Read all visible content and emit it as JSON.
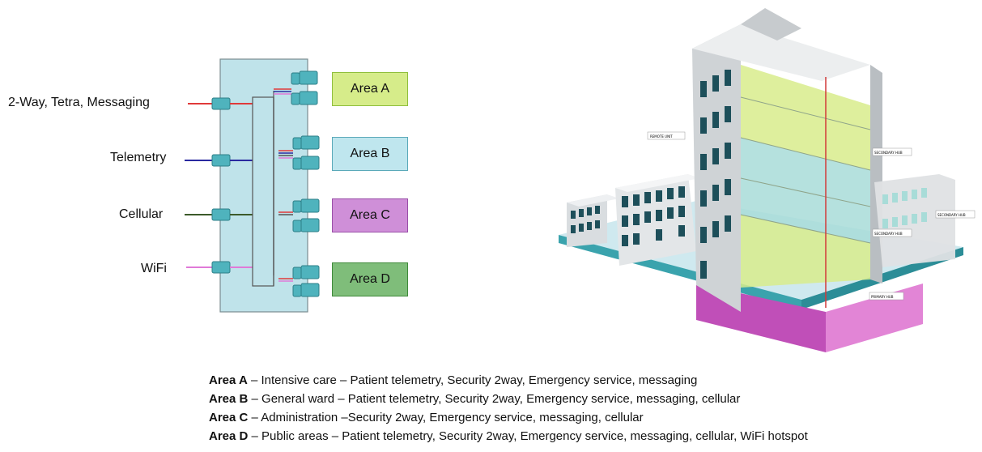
{
  "inputs": [
    {
      "label": "2-Way, Tetra, Messaging",
      "color": "#e03a3a"
    },
    {
      "label": "Telemetry",
      "color": "#2a2aa0"
    },
    {
      "label": "Cellular",
      "color": "#3c5a2a"
    },
    {
      "label": "WiFi",
      "color": "#e07ad8"
    }
  ],
  "areas": [
    {
      "label": "Area A",
      "fill": "#d6ec8a",
      "border": "#8fbf3c"
    },
    {
      "label": "Area B",
      "fill": "#bfe6ee",
      "border": "#5aa9b9"
    },
    {
      "label": "Area C",
      "fill": "#cf8fd8",
      "border": "#9a4fa8"
    },
    {
      "label": "Area D",
      "fill": "#7fbd7a",
      "border": "#3f8a3a"
    }
  ],
  "building_labels": {
    "remote_unit": "REMOTE UNIT",
    "secondary_hub_1": "SECONDARY HUB",
    "secondary_hub_2": "SECONDARY HUB",
    "secondary_hub_3": "SECONDARY HUB",
    "primary_hub": "PRIMARY HUB"
  },
  "legend": [
    {
      "name": "Area A",
      "text": " – Intensive care – Patient telemetry, Security 2way, Emergency service, messaging"
    },
    {
      "name": "Area B",
      "text": " – General ward – Patient telemetry, Security 2way, Emergency service, messaging, cellular"
    },
    {
      "name": "Area C",
      "text": " – Administration –Security 2way, Emergency service, messaging, cellular"
    },
    {
      "name": "Area D",
      "text": " – Public areas – Patient telemetry, Security 2way, Emergency service, messaging, cellular, WiFi hotspot"
    }
  ],
  "colors": {
    "panel": "#bfe3ea",
    "panel_border": "#7a8c90",
    "module": "#4fb3bd",
    "trunk": "#555555"
  }
}
